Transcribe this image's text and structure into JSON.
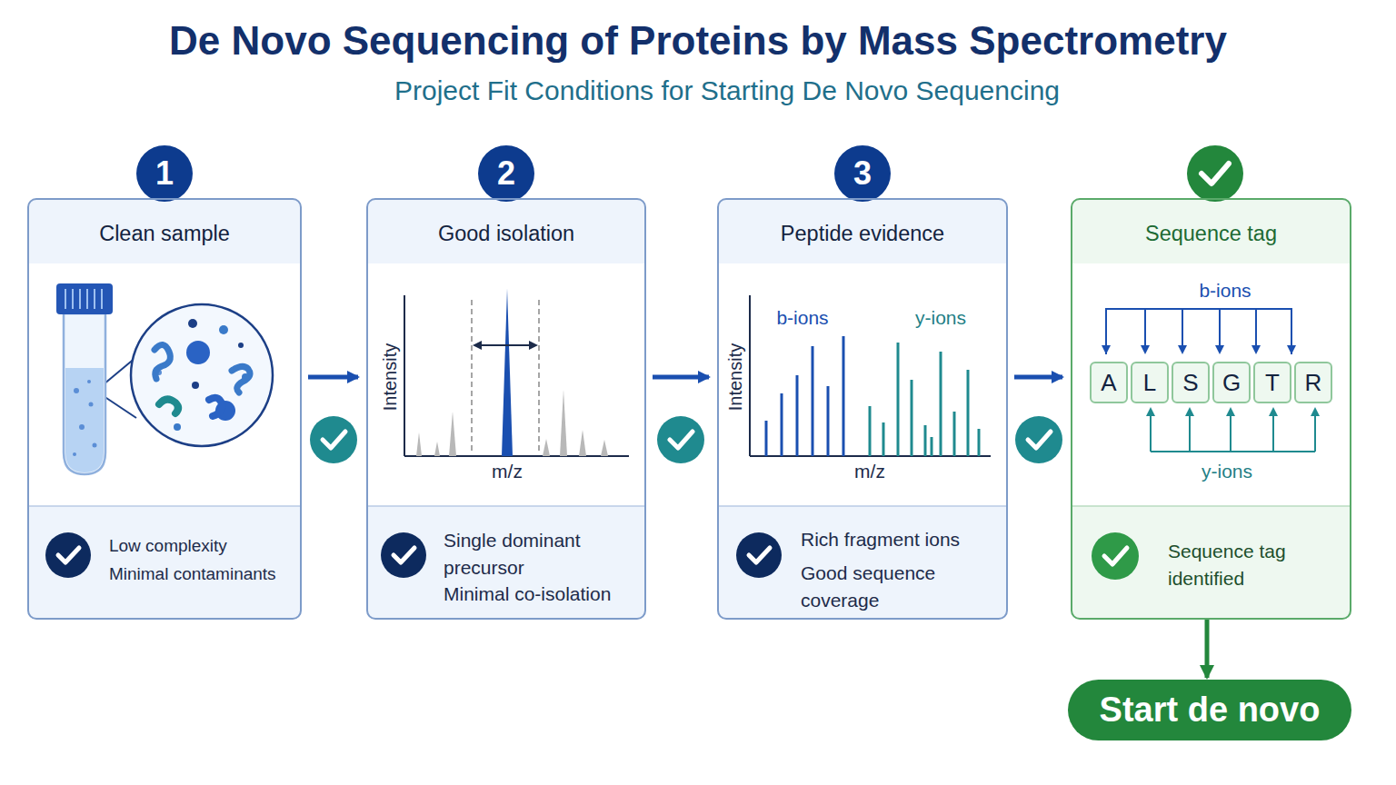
{
  "diagram": {
    "title": "De Novo Sequencing of Proteins by Mass Spectrometry",
    "nodes": [
      {
        "text": [
          "1"
        ]
      },
      {
        "text": [
          "Clean sample",
          "Low complexity",
          "Minimal contaminants"
        ]
      },
      {
        "text": [
          "2"
        ]
      },
      {
        "text": [
          "Good isolation",
          "Single dominant precursor",
          "Minimal co-isolation"
        ]
      },
      {
        "text": [
          "3"
        ]
      },
      {
        "text": [
          "Peptide evidence",
          "Rich fragment ions",
          "Good sequence coverage"
        ]
      },
      {
        "text": [
          "Sequence tag",
          "Sequence tag identified"
        ]
      },
      {
        "text": [
          "A"
        ],
        "in": 6
      },
      {
        "text": [
          "L"
        ],
        "in": 6
      },
      {
        "text": [
          "S"
        ],
        "in": 6
      },
      {
        "text": [
          "G"
        ],
        "in": 6
      },
      {
        "text": [
          "T"
        ],
        "in": 6
      },
      {
        "text": [
          "R"
        ],
        "in": 6
      },
      {
        "text": [
          "Start de novo"
        ]
      }
    ],
    "edges": [
      {
        "from": 1,
        "to": 3,
        "arrow": "to"
      },
      {
        "from": 3,
        "to": 5,
        "arrow": "to"
      },
      {
        "from": 5,
        "to": 6,
        "arrow": "to"
      },
      {
        "from": 6,
        "to": 13,
        "arrow": "to"
      }
    ],
    "labels": [
      "Project Fit Conditions for Starting De Novo Sequencing",
      "Intensity",
      "m/z",
      "b-ions",
      "y-ions",
      "Intensity",
      "m/z",
      "b-ions",
      "y-ions"
    ]
  }
}
